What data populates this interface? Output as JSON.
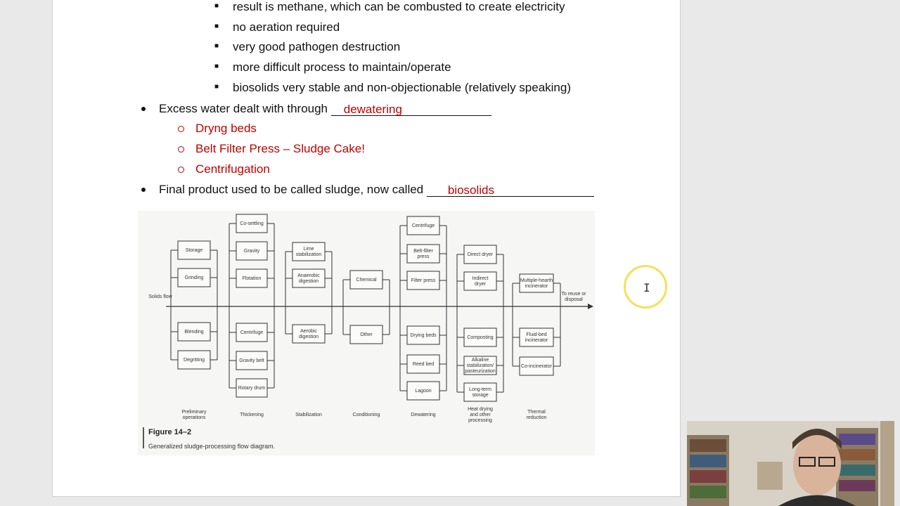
{
  "subbullets": [
    "result is methane, which can be combusted to create electricity",
    "no aeration required",
    "very good pathogen destruction",
    "more difficult process to maintain/operate",
    "biosolids very stable and non-objectionable (relatively speaking)"
  ],
  "bullet1": {
    "prefix": "Excess water dealt with through ",
    "answer": "dewatering"
  },
  "dewatering_methods": [
    "Dryng beds",
    "Belt Filter Press – Sludge Cake!",
    "Centrifugation"
  ],
  "bullet2": {
    "prefix": "Final product used to be called sludge, now called ",
    "answer": "biosolids"
  },
  "figure": {
    "caption_title": "Figure 14–2",
    "caption_text": "Generalized sludge-processing flow diagram.",
    "input_label": "Solids flow",
    "output_label": "To reuse or disposal",
    "columns": [
      {
        "label": "Preliminary operations",
        "boxes": [
          "Storage",
          "Grinding",
          "Blending",
          "Degritting"
        ]
      },
      {
        "label": "Thickening",
        "boxes": [
          "Co-settling",
          "Gravity",
          "Flotation",
          "Centrifuge",
          "Gravity belt",
          "Rotary drum"
        ]
      },
      {
        "label": "Stabilization",
        "boxes": [
          "Lime stabilization",
          "Anaerobic digestion",
          "Aerobic digestion"
        ]
      },
      {
        "label": "Conditioning",
        "boxes": [
          "Chemical",
          "Other"
        ]
      },
      {
        "label": "Dewatering",
        "boxes": [
          "Centrifuge",
          "Belt-filter press",
          "Filter press",
          "Drying beds",
          "Reed bed",
          "Lagoon"
        ]
      },
      {
        "label": "Heat drying and other processing",
        "boxes": [
          "Direct dryer",
          "Indirect dryer",
          "Composting",
          "Alkaline stabilization/ pasteurization",
          "Long-term storage"
        ]
      },
      {
        "label": "Thermal reduction",
        "boxes": [
          "Multiple-hearth incinerator",
          "Fluid-bed incinerator",
          "Co-incinerator"
        ]
      }
    ]
  }
}
